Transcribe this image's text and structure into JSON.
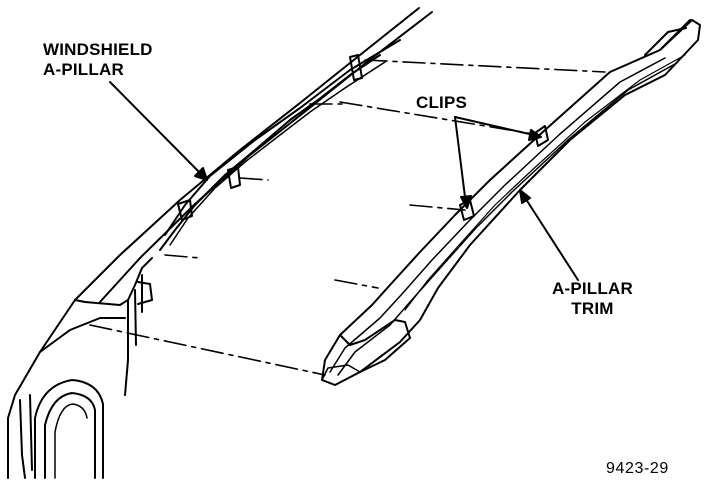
{
  "labels": {
    "windshield_line1": "WINDSHIELD",
    "windshield_line2": "A-PILLAR",
    "clips": "CLIPS",
    "trim_line1": "A-PILLAR",
    "trim_line2": "TRIM",
    "figure_number": "9423-29"
  },
  "colors": {
    "ink": "#000000",
    "paper": "#ffffff"
  }
}
